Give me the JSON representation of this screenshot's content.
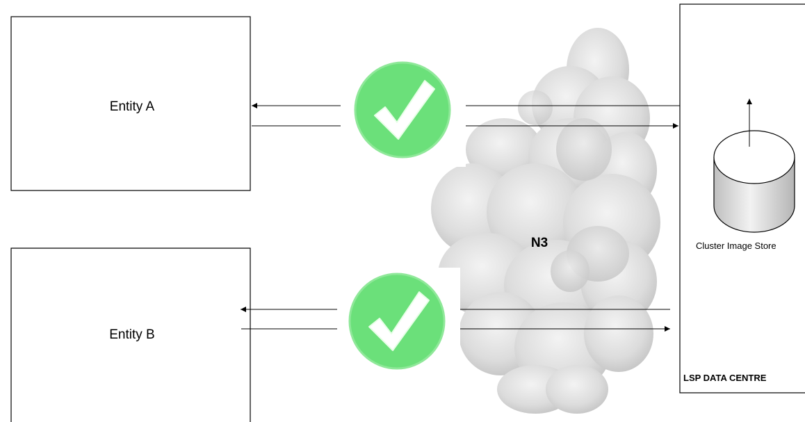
{
  "entity_a": {
    "label": "Entity A"
  },
  "entity_b": {
    "label": "Entity B"
  },
  "network": {
    "label": "N3"
  },
  "data_centre": {
    "label": "LSP DATA CENTRE",
    "store_label": "Cluster Image Store"
  },
  "colors": {
    "check_fill": "#6be07a",
    "check_mark": "#ffffff",
    "cloud_light": "#e8e8e8",
    "cloud_dark": "#c9c9c9",
    "cylinder_top": "#ffffff",
    "cylinder_body": "#d8d8d8"
  },
  "icons": {
    "check_a": "checkmark-icon",
    "check_b": "checkmark-icon",
    "storage": "database-cylinder-icon",
    "network": "cloud-icon"
  }
}
